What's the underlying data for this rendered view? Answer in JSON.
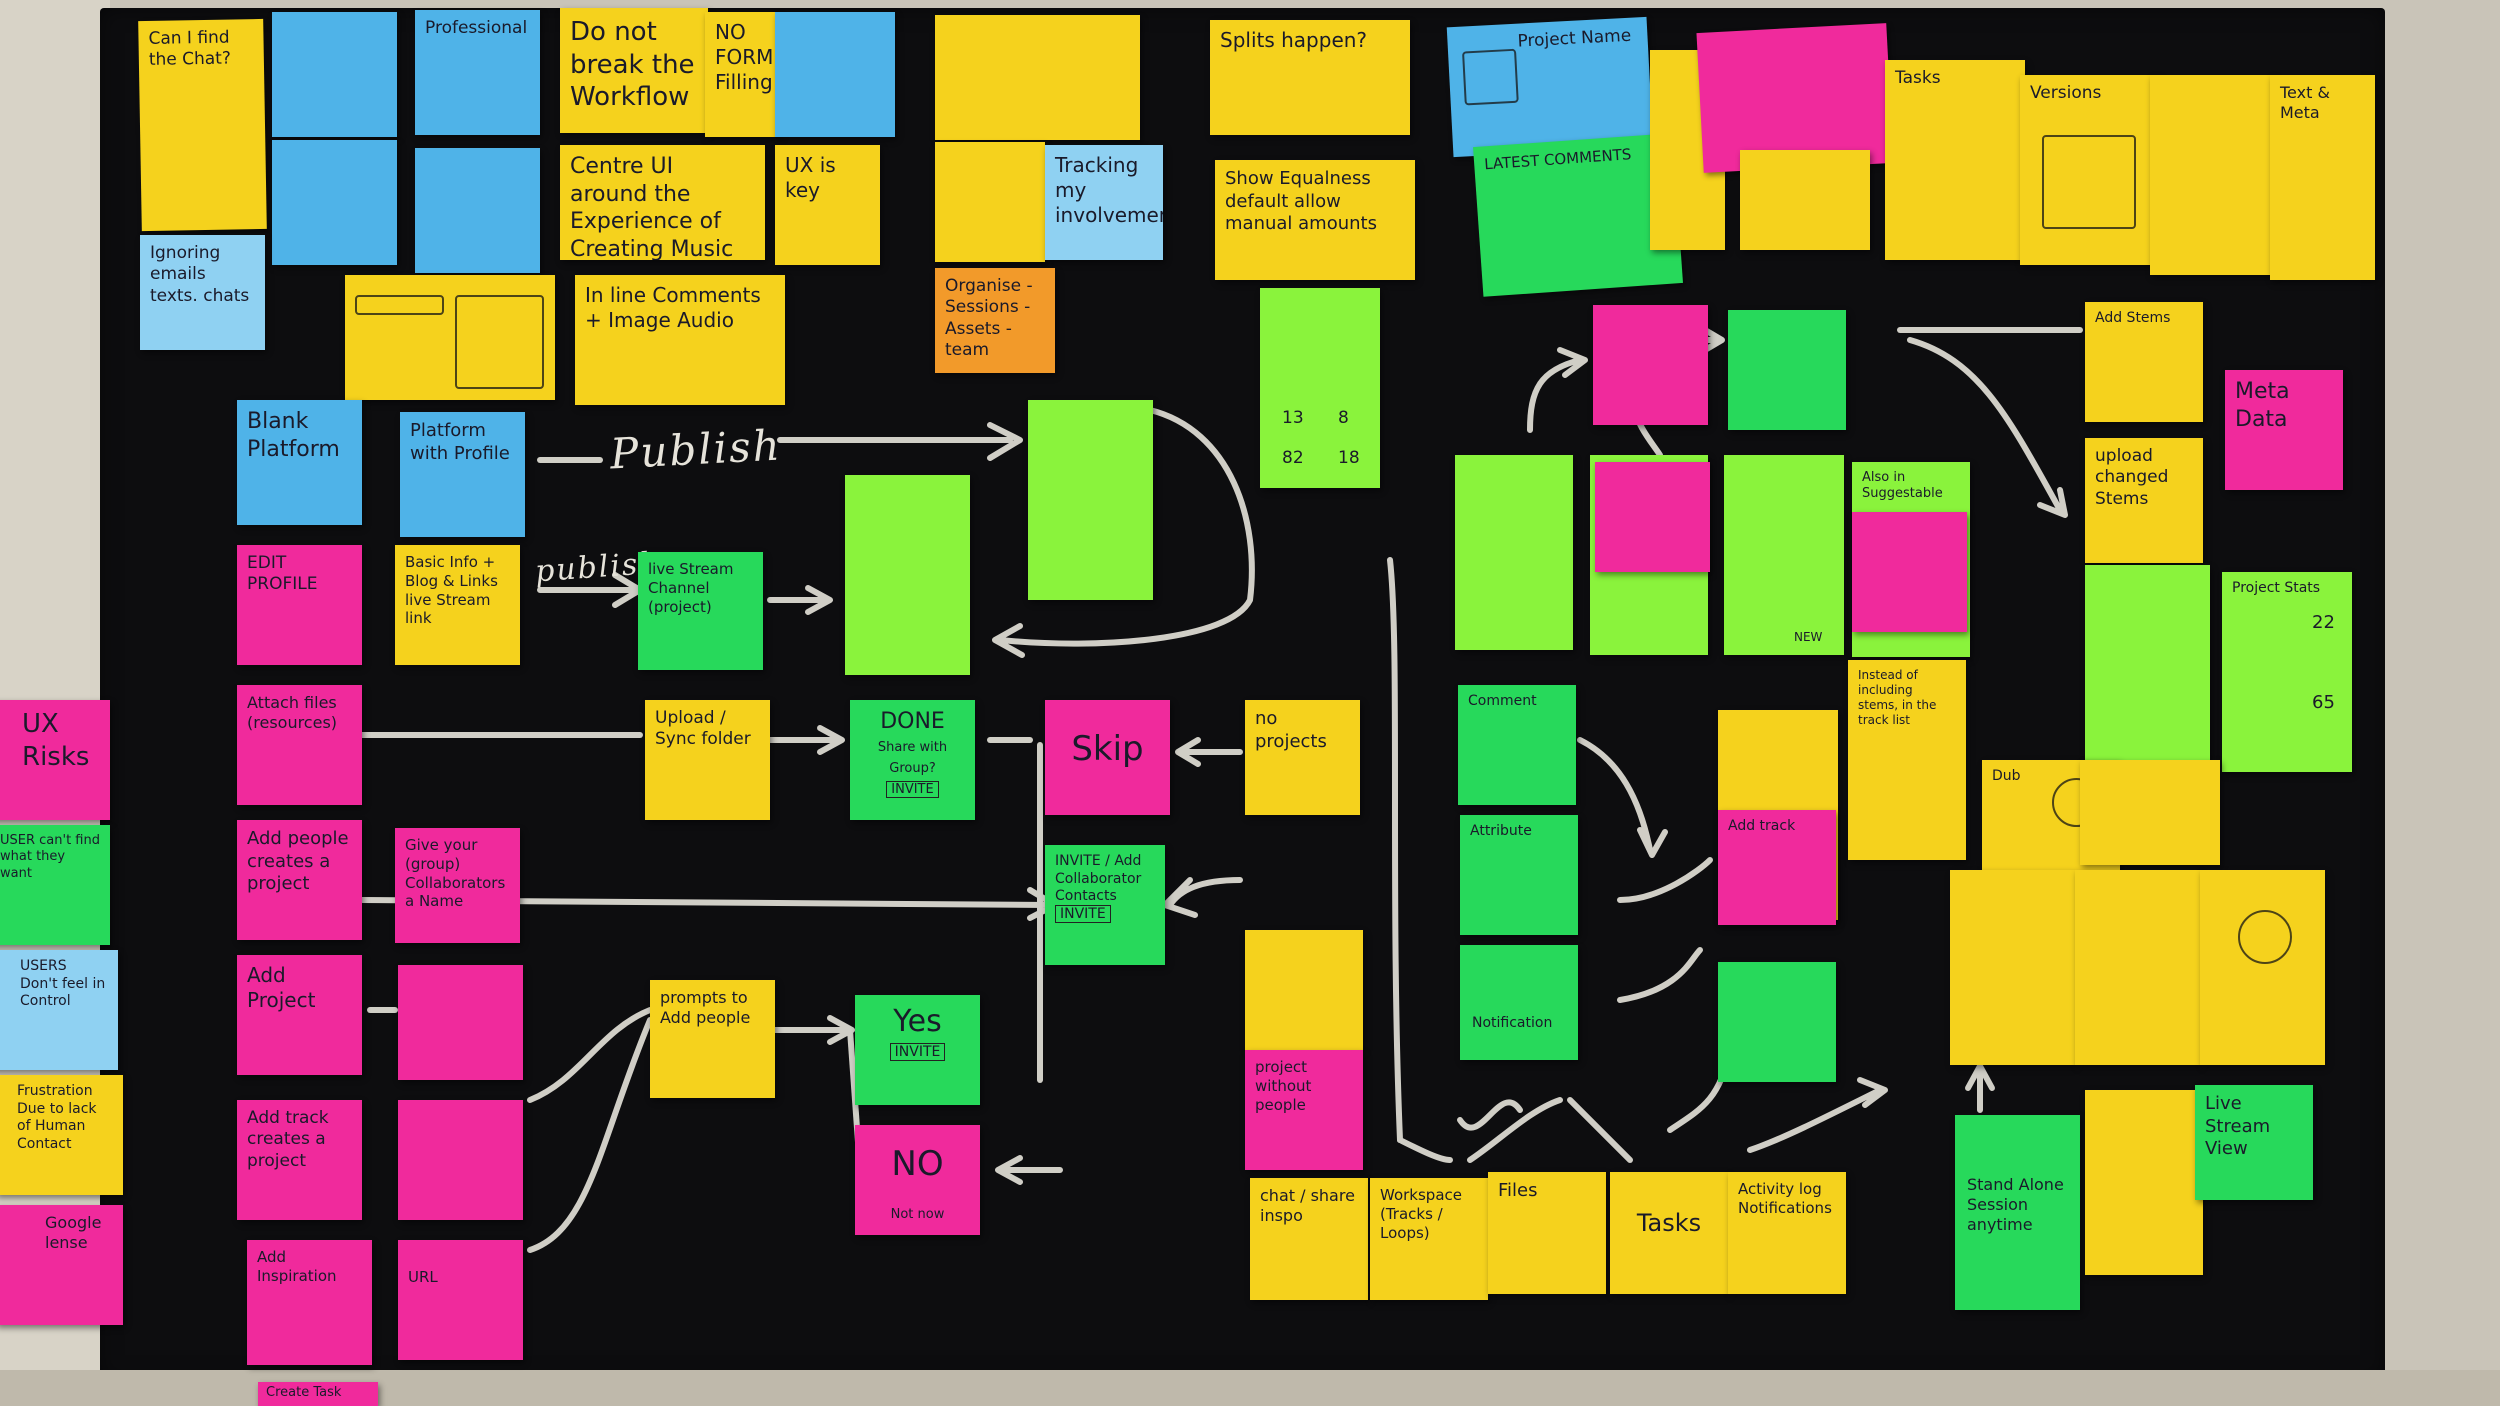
{
  "photo": {
    "subject": "Sticky-note UX flow map on a blackboard wall"
  },
  "colors": {
    "yellow": "#f5d21d",
    "blue": "#4fb3e8",
    "pink": "#f02a9c",
    "green": "#27d95b",
    "lime": "#8af33c",
    "orange": "#f29a2a",
    "board": "#0d0d0f",
    "chalk": "#e6e3da"
  },
  "chalk_labels": {
    "publish_top": "Publish",
    "publish_mid": "publish"
  },
  "notes": {
    "can_i_find_chat": "Can I find the Chat?",
    "ignoring_emails": "Ignoring emails texts. chats",
    "professional": "Professional",
    "do_not_break": "Do not break the Workflow",
    "no_form_filling": "NO FORM Filling",
    "centre_ui": "Centre UI around the Experience of Creating Music",
    "ux_is_key": "UX is key",
    "tracking": "Tracking my involvement",
    "splits_happen": "Splits happen?",
    "show_equalness": "Show Equalness default allow manual amounts",
    "in_line_comments": "In line Comments + Image Audio",
    "organise": "Organise - Sessions - Assets - team",
    "project_name": "Project Name",
    "latest_comments": "LATEST COMMENTS",
    "tasks_top": "Tasks",
    "versions": "Versions",
    "text_meta": "Text & Meta",
    "blank_platform": "Blank Platform",
    "platform_profile": "Platform with Profile",
    "edit_profile": "EDIT PROFILE",
    "basic_info": "Basic Info + Blog & Links",
    "live_stream_link": "live Stream link",
    "live_stream_channel": "live Stream Channel (project)",
    "attach_files": "Attach files (resources)",
    "upload_sync": "Upload / Sync folder",
    "done": "DONE",
    "share_with_group": "Share with Group?",
    "invite_1": "INVITE",
    "skip_big": "Skip",
    "no_projects": "no projects",
    "add_people": "Add people creates a project",
    "give_name": "Give your (group) Collaborators a Name",
    "invite_add": "INVITE / Add Collaborator Contacts",
    "invite_2": "INVITE",
    "add_project": "Add Project",
    "prompts": "prompts to Add people",
    "yes": "Yes",
    "invite_3": "INVITE",
    "add_track": "Add track creates a project",
    "no_big": "NO",
    "not_now": "Not now",
    "add_inspiration": "Add Inspiration",
    "url": "URL",
    "project_without": "project without people",
    "chat_share": "chat / share inspo",
    "workspace": "Workspace (Tracks / Loops)",
    "files": "Files",
    "tasks_bottom": "Tasks",
    "activity": "Activity log Notifications",
    "meta_data": "Meta Data",
    "upload_changed": "upload changed Stems",
    "add_stems": "Add Stems",
    "project_stats": "Project Stats",
    "stat_22": "22",
    "stat_65": "65",
    "also_suggestable": "Also in Suggestable",
    "instead_of_stems": "Instead of including stems, in the track list",
    "add_track_form": "Add track",
    "stand_alone": "Stand Alone Session anytime",
    "live_stream_view": "Live Stream View",
    "ux_risks": "UX Risks",
    "users_cant_find": "USER can't find what they want",
    "users_dont_feel": "USERS Don't feel in Control",
    "frustration": "Frustration Due to lack of Human Contact",
    "google_lense": "Google lense",
    "create_task": "Create Task",
    "comment": "Comment",
    "attribute": "Attribute",
    "notification": "Notification",
    "dub": "Dub",
    "new_label": "NEW",
    "stat_13": "13",
    "stat_8": "8",
    "stat_82": "82",
    "stat_18": "18"
  }
}
